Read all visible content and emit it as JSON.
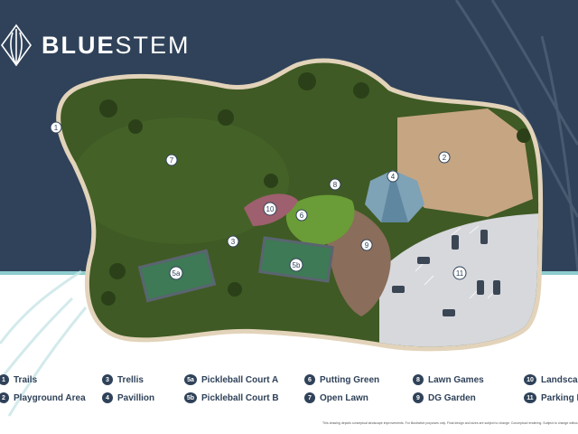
{
  "brand": {
    "name_bold": "BLUE",
    "name_light": "STEM",
    "logo_icon": "bluestem-leaf-logo"
  },
  "colors": {
    "navy": "#2f4259",
    "teal": "#8ecdcf",
    "lawn": "#3f5a24",
    "path": "#e2d3ba",
    "court": "#3e7a55",
    "parking": "#d6d8dc"
  },
  "markers": [
    {
      "id": "1"
    },
    {
      "id": "2"
    },
    {
      "id": "3"
    },
    {
      "id": "4"
    },
    {
      "id": "5a"
    },
    {
      "id": "5b"
    },
    {
      "id": "6"
    },
    {
      "id": "7"
    },
    {
      "id": "8"
    },
    {
      "id": "9"
    },
    {
      "id": "10"
    },
    {
      "id": "11"
    }
  ],
  "legend": [
    {
      "num": "1",
      "label": "Trails"
    },
    {
      "num": "2",
      "label": "Playground Area"
    },
    {
      "num": "3",
      "label": "Trellis"
    },
    {
      "num": "4",
      "label": "Pavillion"
    },
    {
      "num": "5a",
      "label": "Pickleball Court A"
    },
    {
      "num": "5b",
      "label": "Pickleball Court B"
    },
    {
      "num": "6",
      "label": "Putting Green"
    },
    {
      "num": "7",
      "label": "Open Lawn"
    },
    {
      "num": "8",
      "label": "Lawn Games"
    },
    {
      "num": "9",
      "label": "DG Garden"
    },
    {
      "num": "10",
      "label": "Landscap"
    },
    {
      "num": "11",
      "label": "Parking L"
    }
  ],
  "disclaimer": "This drawing depicts conceptual landscape improvements. For illustrative purposes only. Final design and sizes are subject to change. Conceptual rendering. Subject to change without notice."
}
